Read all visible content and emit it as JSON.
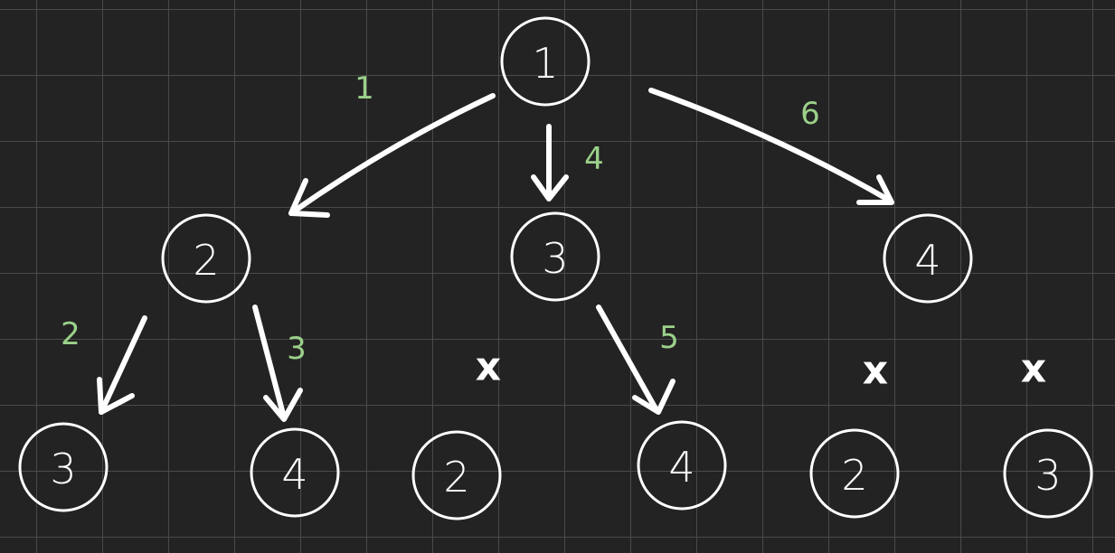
{
  "nodes": [
    {
      "id": "root",
      "label": "1"
    },
    {
      "id": "n2",
      "label": "2"
    },
    {
      "id": "n3",
      "label": "3"
    },
    {
      "id": "n4",
      "label": "4"
    },
    {
      "id": "n2a",
      "label": "3"
    },
    {
      "id": "n2b",
      "label": "4"
    },
    {
      "id": "n3a",
      "label": "2"
    },
    {
      "id": "n3b",
      "label": "4"
    },
    {
      "id": "n4a",
      "label": "2"
    },
    {
      "id": "n4b",
      "label": "3"
    }
  ],
  "edges": [
    {
      "from": "root",
      "to": "n2",
      "weight": "1"
    },
    {
      "from": "root",
      "to": "n3",
      "weight": "4"
    },
    {
      "from": "root",
      "to": "n4",
      "weight": "6"
    },
    {
      "from": "n2",
      "to": "n2a",
      "weight": "2"
    },
    {
      "from": "n2",
      "to": "n2b",
      "weight": "3"
    },
    {
      "from": "n3",
      "to": "n3b",
      "weight": "5"
    }
  ],
  "pruned_marks": [
    "x",
    "x",
    "x"
  ],
  "colors": {
    "background": "#232323",
    "grid": "#4a4a4a",
    "stroke": "#ffffff",
    "weight_text": "#9bd18a"
  }
}
